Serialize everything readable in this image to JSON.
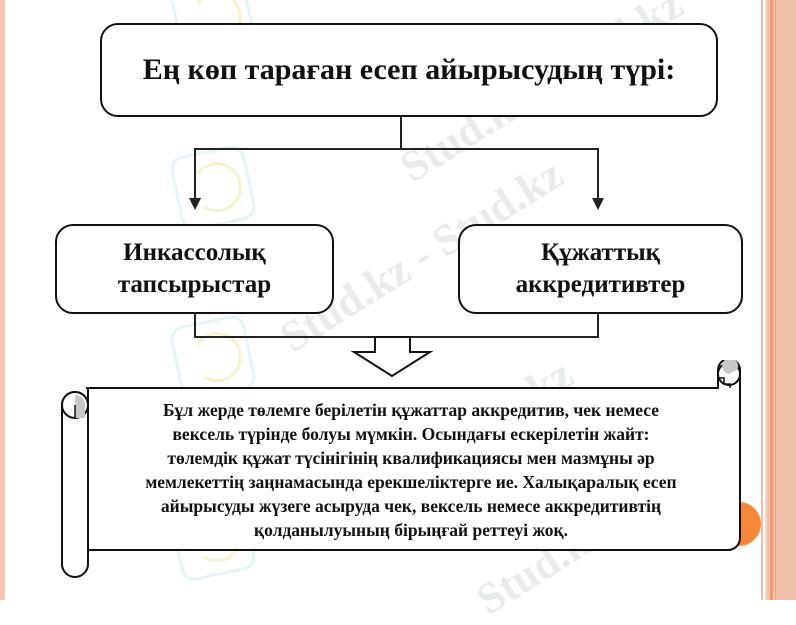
{
  "diagram": {
    "title": "Ең көп тараған есеп айырысудың түрі:",
    "branches": [
      {
        "line1": "Инкассолық",
        "line2": "тапсырыстар"
      },
      {
        "line1": "Құжаттық",
        "line2": "аккредитивтер"
      }
    ],
    "note": "Бұл жерде төлемге берілетін құжаттар аккредитив, чек немесе вексель түрінде болуы мүмкін. Осындағы ескерілетін жайт: төлемдік құжат түсінігінің квалификациясы мен мазмұны әр мемлекеттің заңнамасында ерекшеліктерге ие. Халықаралық есеп айырысуды жүзеге асыруда чек, вексель немесе аккредитивтің қолданылуының бірыңғай реттеуі жоқ.",
    "note_lines": [
      "Бұл жерде төлемге берілетін құжаттар аккредитив, чек немесе",
      "вексель түрінде болуы мүмкін. Осындағы ескерілетін жайт:",
      "төлемдік құжат түсінігінің квалификациясы мен мазмұны әр",
      "мемлекеттің заңнамасында ерекшеліктерге ие. Халықаралық есеп",
      "айырысуды жүзеге асыруда чек, вексель немесе аккредитивтің",
      "қолданылуының бірыңғай реттеуі жоқ."
    ]
  },
  "watermark": {
    "text": "Stud.kz - Stud.kz",
    "short": "Stud.kz"
  },
  "colors": {
    "accent": "#f5883a",
    "strip": "#f2c0ad",
    "line": "#222222"
  }
}
